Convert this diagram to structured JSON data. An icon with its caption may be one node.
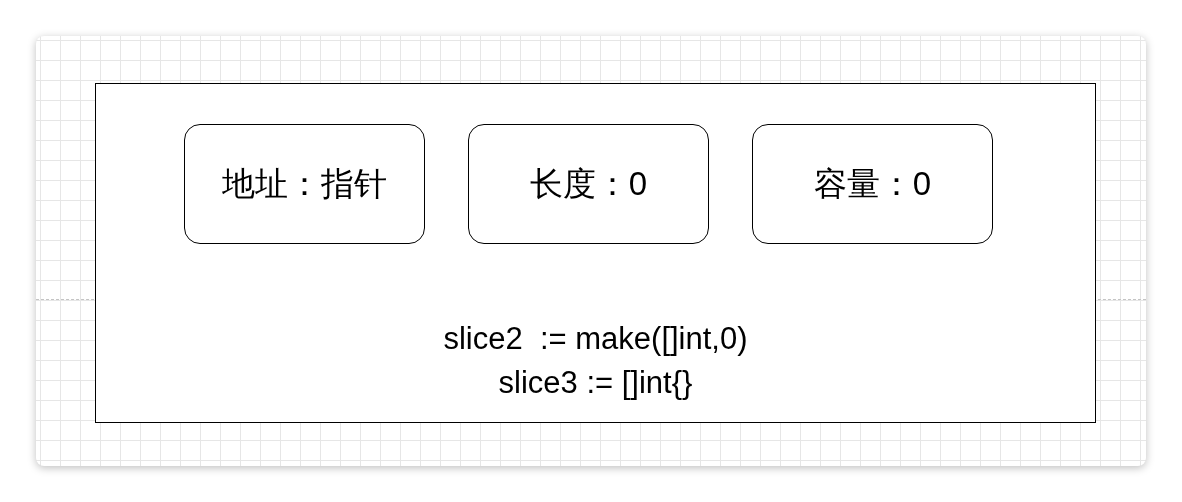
{
  "diagram": {
    "nodes": [
      {
        "text": [
          "slice2  := make([]int,0)",
          "slice3 := []int{}"
        ]
      },
      {
        "text": [
          "地址：指针"
        ],
        "in": 0
      },
      {
        "text": [
          "长度：0"
        ],
        "in": 0
      },
      {
        "text": [
          "容量：0"
        ],
        "in": 0
      }
    ],
    "edges": []
  }
}
